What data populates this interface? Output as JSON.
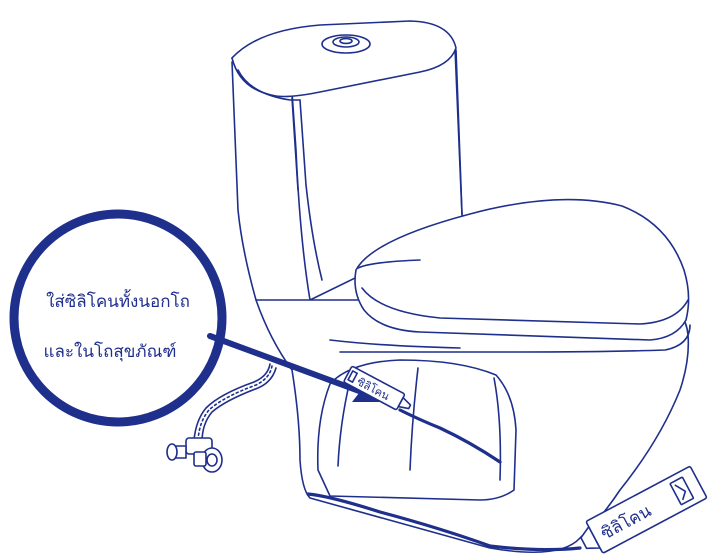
{
  "callout": {
    "line1": "ใส่ซิลิโคนทั้งนอกโถ",
    "line2": "และในโถสุขภัณฑ์"
  },
  "tube_labels": {
    "small": "ซิลิโคน",
    "large": "ซิลิโคน"
  },
  "colors": {
    "stroke": "#1f2f8c",
    "background": "#ffffff"
  }
}
